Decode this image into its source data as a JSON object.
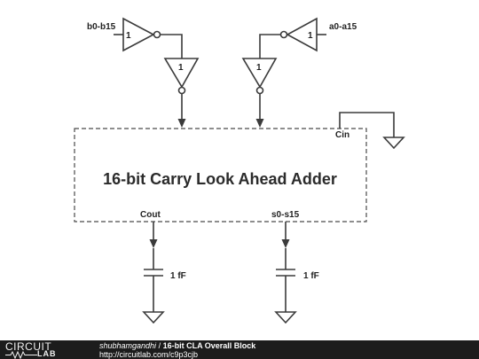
{
  "diagram": {
    "input_b_label": "b0-b15",
    "input_a_label": "a0-a15",
    "gate_label_1": "1",
    "gate_label_2": "1",
    "gate_label_3": "1",
    "gate_label_4": "1",
    "block_title": "16-bit Carry Look Ahead Adder",
    "cin_label": "Cin",
    "cout_label": "Cout",
    "sum_label": "s0-s15",
    "cap_left_label": "1 fF",
    "cap_right_label": "1 fF"
  },
  "footer": {
    "logo_top": "CIRCUIT",
    "logo_bottom": "LAB",
    "author": "shubhamgandhi",
    "separator": " / ",
    "title": "16-bit CLA Overall Block",
    "url": "http://circuitlab.com/c9p3cjb"
  }
}
